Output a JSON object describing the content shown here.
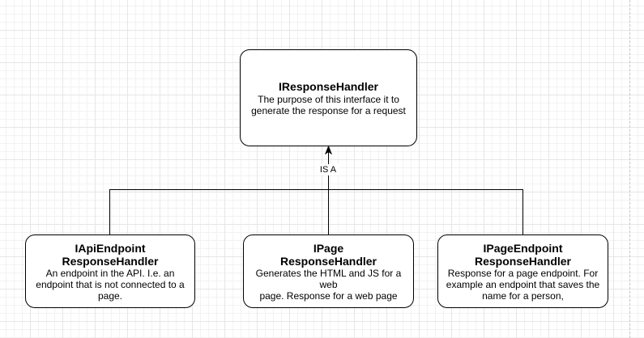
{
  "diagram": {
    "nodes": [
      {
        "title": "IResponseHandler",
        "description": "The purpose of this interface it to\ngenerate the response for a request"
      },
      {
        "title": "IApiEndpoint\nResponseHandler",
        "description": "An endpoint in the API. I.e. an\nendpoint that is not connected to a\npage."
      },
      {
        "title": "IPage\nResponseHandler",
        "description": "Generates the HTML and JS for a web\npage. Response for a web page"
      },
      {
        "title": "IPageEndpoint\nResponseHandler",
        "description": "Response for a page endpoint. For\nexample an endpoint that saves the\nname for a person,"
      }
    ],
    "edge_label": "IS A"
  }
}
